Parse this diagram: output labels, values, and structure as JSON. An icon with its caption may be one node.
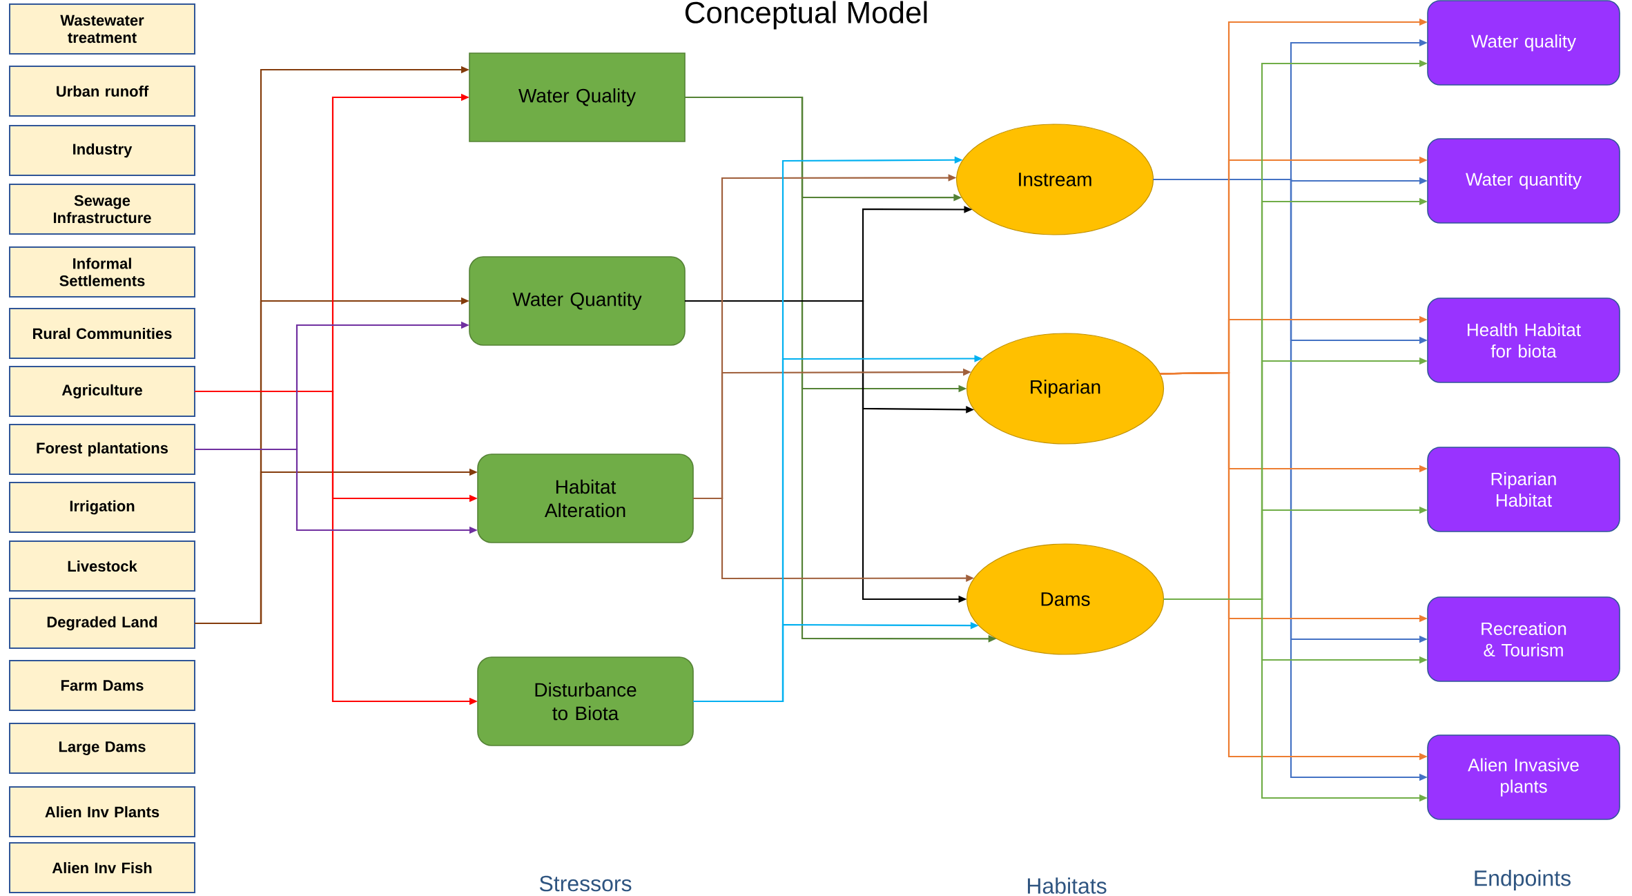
{
  "diagram": {
    "title": "Conceptual Model",
    "nodes": [
      {
        "text": [
          "Wastewater treatment"
        ]
      },
      {
        "text": [
          "Urban runoff"
        ]
      },
      {
        "text": [
          "Industry"
        ]
      },
      {
        "text": [
          "Sewage Infrastructure"
        ]
      },
      {
        "text": [
          "Informal Settlements"
        ]
      },
      {
        "text": [
          "Rural Communities"
        ]
      },
      {
        "text": [
          "Agriculture"
        ]
      },
      {
        "text": [
          "Forest plantations"
        ]
      },
      {
        "text": [
          "Irrigation"
        ]
      },
      {
        "text": [
          "Livestock"
        ]
      },
      {
        "text": [
          "Degraded Land"
        ]
      },
      {
        "text": [
          "Farm Dams"
        ]
      },
      {
        "text": [
          "Large Dams"
        ]
      },
      {
        "text": [
          "Alien Inv Plants"
        ]
      },
      {
        "text": [
          "Alien Inv Fish"
        ]
      },
      {
        "text": [
          "Water Quality"
        ]
      },
      {
        "text": [
          "Water Quantity"
        ]
      },
      {
        "text": [
          "Habitat Alteration"
        ]
      },
      {
        "text": [
          "Disturbance to Biota"
        ]
      },
      {
        "text": [
          "Instream"
        ]
      },
      {
        "text": [
          "Riparian"
        ]
      },
      {
        "text": [
          "Dams"
        ]
      },
      {
        "text": [
          "Water quality"
        ]
      },
      {
        "text": [
          "Water quantity"
        ]
      },
      {
        "text": [
          "Health Habitat for biota"
        ]
      },
      {
        "text": [
          "Riparian Habitat"
        ]
      },
      {
        "text": [
          "Recreation & Tourism"
        ]
      },
      {
        "text": [
          "Alien Invasive plants"
        ]
      }
    ],
    "edges": [
      {
        "from": 10,
        "to": 15,
        "arrow": "to",
        "color": "#843c0c"
      },
      {
        "from": 10,
        "to": 16,
        "arrow": "to",
        "color": "#843c0c"
      },
      {
        "from": 10,
        "to": 17,
        "arrow": "to",
        "color": "#843c0c"
      },
      {
        "from": 6,
        "to": 15,
        "arrow": "to",
        "color": "#ff0000"
      },
      {
        "from": 6,
        "to": 17,
        "arrow": "to",
        "color": "#ff0000"
      },
      {
        "from": 6,
        "to": 18,
        "arrow": "to",
        "color": "#ff0000"
      },
      {
        "from": 7,
        "to": 16,
        "arrow": "to",
        "color": "#7030a0"
      },
      {
        "from": 7,
        "to": 17,
        "arrow": "to",
        "color": "#7030a0"
      },
      {
        "from": 15,
        "to": 19,
        "arrow": "to",
        "color": "#548235"
      },
      {
        "from": 15,
        "to": 20,
        "arrow": "to",
        "color": "#548235"
      },
      {
        "from": 15,
        "to": 21,
        "arrow": "to",
        "color": "#548235"
      },
      {
        "from": 16,
        "to": 19,
        "arrow": "to",
        "color": "#000000"
      },
      {
        "from": 16,
        "to": 20,
        "arrow": "to",
        "color": "#000000"
      },
      {
        "from": 16,
        "to": 21,
        "arrow": "to",
        "color": "#000000"
      },
      {
        "from": 17,
        "to": 19,
        "arrow": "to",
        "color": "#a0603c"
      },
      {
        "from": 17,
        "to": 20,
        "arrow": "to",
        "color": "#a0603c"
      },
      {
        "from": 17,
        "to": 21,
        "arrow": "to",
        "color": "#a0603c"
      },
      {
        "from": 18,
        "to": 19,
        "arrow": "to",
        "color": "#00b0f0"
      },
      {
        "from": 18,
        "to": 20,
        "arrow": "to",
        "color": "#00b0f0"
      },
      {
        "from": 18,
        "to": 21,
        "arrow": "to",
        "color": "#00b0f0"
      },
      {
        "from": 19,
        "to": 22,
        "arrow": "to",
        "color": "#4472c4"
      },
      {
        "from": 19,
        "to": 23,
        "arrow": "to",
        "color": "#4472c4"
      },
      {
        "from": 19,
        "to": 24,
        "arrow": "to",
        "color": "#4472c4"
      },
      {
        "from": 19,
        "to": 26,
        "arrow": "to",
        "color": "#4472c4"
      },
      {
        "from": 19,
        "to": 27,
        "arrow": "to",
        "color": "#4472c4"
      },
      {
        "from": 20,
        "to": 22,
        "arrow": "to",
        "color": "#ed7d31"
      },
      {
        "from": 20,
        "to": 23,
        "arrow": "to",
        "color": "#ed7d31"
      },
      {
        "from": 20,
        "to": 24,
        "arrow": "to",
        "color": "#ed7d31"
      },
      {
        "from": 20,
        "to": 25,
        "arrow": "to",
        "color": "#ed7d31"
      },
      {
        "from": 20,
        "to": 26,
        "arrow": "to",
        "color": "#ed7d31"
      },
      {
        "from": 20,
        "to": 27,
        "arrow": "to",
        "color": "#ed7d31"
      },
      {
        "from": 21,
        "to": 22,
        "arrow": "to",
        "color": "#70ad47"
      },
      {
        "from": 21,
        "to": 23,
        "arrow": "to",
        "color": "#70ad47"
      },
      {
        "from": 21,
        "to": 24,
        "arrow": "to",
        "color": "#70ad47"
      },
      {
        "from": 21,
        "to": 25,
        "arrow": "to",
        "color": "#70ad47"
      },
      {
        "from": 21,
        "to": 26,
        "arrow": "to",
        "color": "#70ad47"
      },
      {
        "from": 21,
        "to": 27,
        "arrow": "to",
        "color": "#70ad47"
      }
    ],
    "labels": [
      "Stressors",
      "Habitats",
      "Endpoints"
    ]
  }
}
